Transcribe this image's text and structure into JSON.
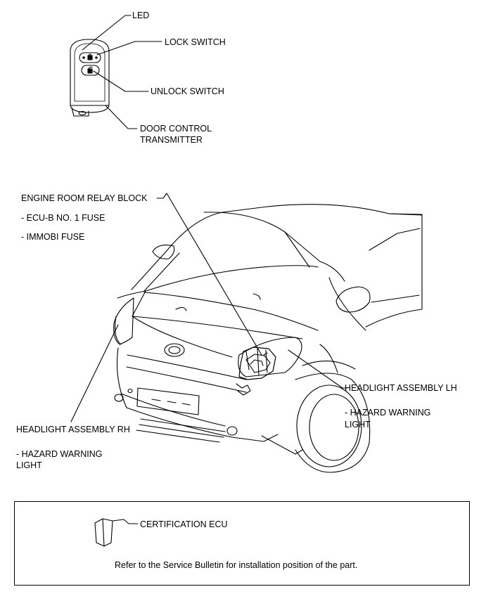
{
  "transmitter": {
    "led": "LED",
    "lock_switch": "LOCK SWITCH",
    "unlock_switch": "UNLOCK SWITCH",
    "name_line1": "DOOR CONTROL",
    "name_line2": "TRANSMITTER"
  },
  "relay_block": {
    "title": "ENGINE ROOM RELAY BLOCK",
    "item1": "- ECU-B NO. 1 FUSE",
    "item2": "- IMMOBI FUSE"
  },
  "headlight_lh": {
    "title": "HEADLIGHT ASSEMBLY LH",
    "sub_line1": "- HAZARD WARNING",
    "sub_line2": "LIGHT"
  },
  "headlight_rh": {
    "title": "HEADLIGHT ASSEMBLY RH",
    "sub_line1": "- HAZARD WARNING",
    "sub_line2": "LIGHT"
  },
  "certification": {
    "title": "CERTIFICATION ECU",
    "note": "Refer to the Service Bulletin for installation position of the part."
  }
}
